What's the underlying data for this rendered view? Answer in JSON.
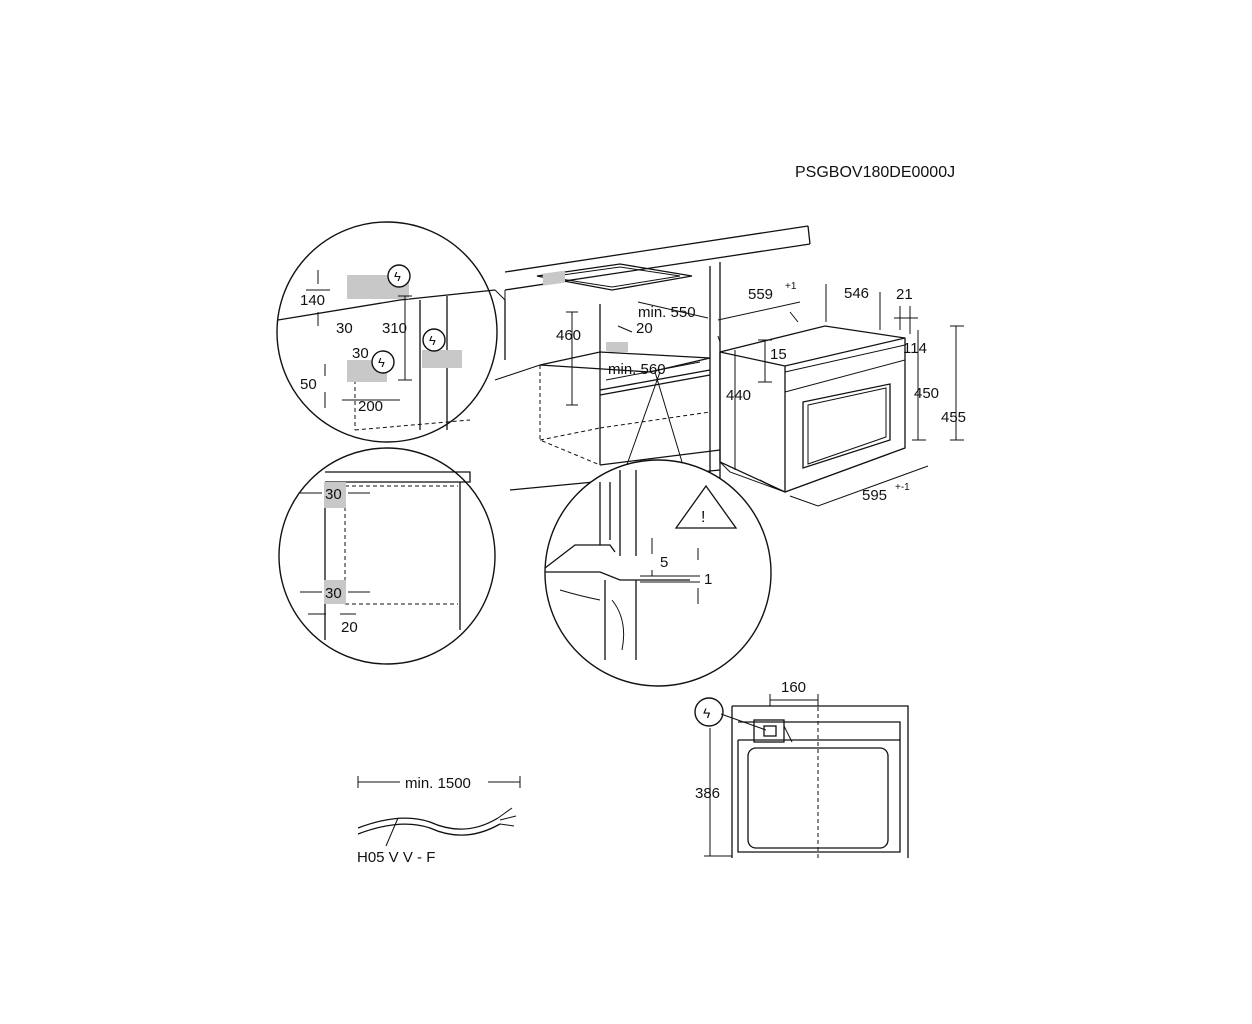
{
  "model_code": "PSGBOV180DE0000J",
  "dims": {
    "d140": "140",
    "d30a": "30",
    "d310": "310",
    "d30b": "30",
    "d50": "50",
    "d200": "200",
    "d30c": "30",
    "d30d": "30",
    "d20a": "20",
    "d460": "460",
    "min550": "min. 550",
    "d20b": "20",
    "min560": "min. 560",
    "d559": "559",
    "d559_tol": "+1",
    "d546": "546",
    "d21": "21",
    "d15": "15",
    "d114": "114",
    "d440": "440",
    "d450": "450",
    "d455": "455",
    "d595": "595",
    "d595_tol": "+-1",
    "d5": "5",
    "d1": "1",
    "d160": "160",
    "d386": "386",
    "min1500": "min. 1500"
  },
  "cable_type": "H05 V V - F",
  "icons": [
    "electric-connection-icon",
    "warning-triangle-icon"
  ]
}
